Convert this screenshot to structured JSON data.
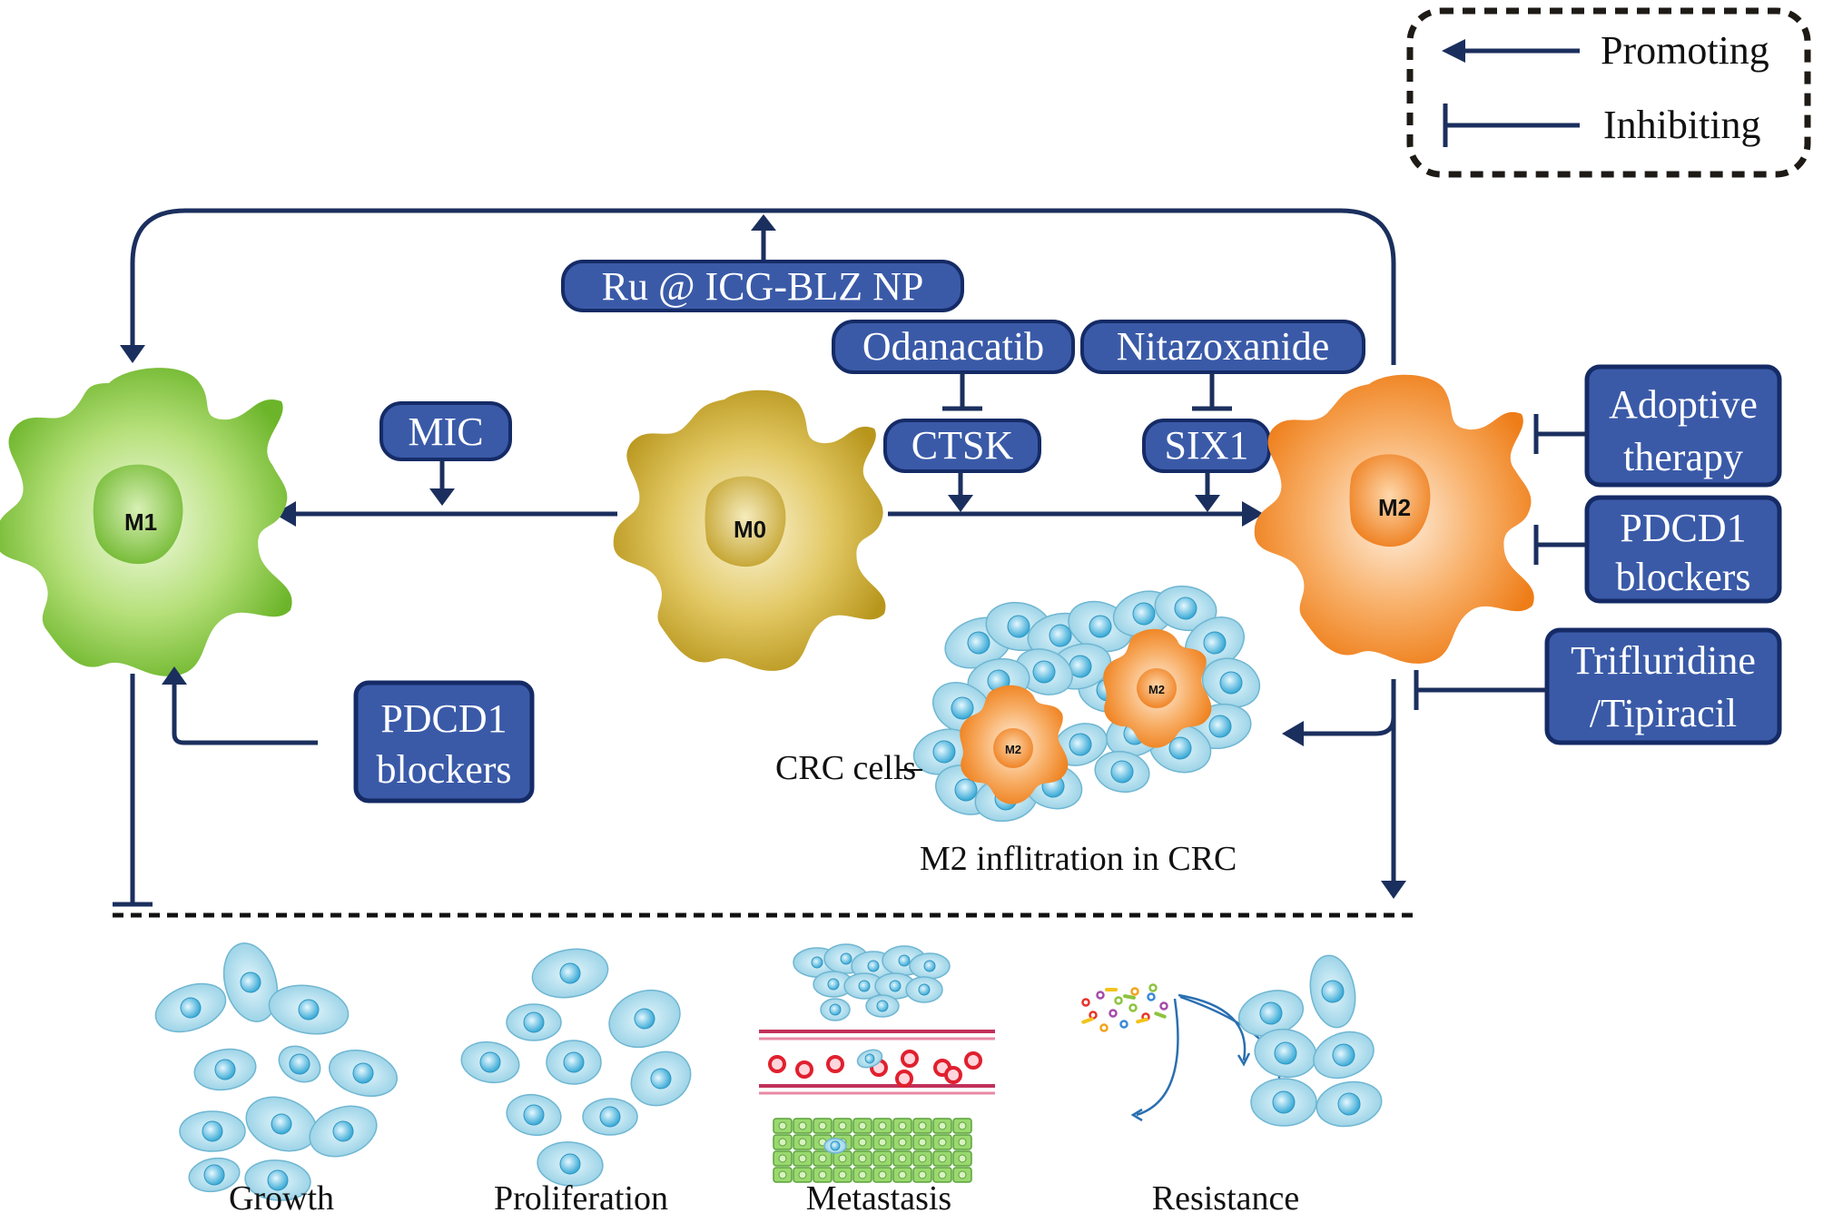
{
  "legend": {
    "promoting": "Promoting",
    "inhibiting": "Inhibiting"
  },
  "cells": {
    "m1": "M1",
    "m0": "M0",
    "m2": "M2",
    "m2_small_a": "M2",
    "m2_small_b": "M2"
  },
  "drugs": {
    "ru_icg": "Ru @ ICG-BLZ NP",
    "odanacatib": "Odanacatib",
    "nitazoxanide": "Nitazoxanide",
    "ctsk": "CTSK",
    "six1": "SIX1",
    "mic": "MIC",
    "adoptive_1": "Adoptive",
    "adoptive_2": "therapy",
    "pdcd1_right_1": "PDCD1",
    "pdcd1_right_2": "blockers",
    "triflu_1": "Trifluridine",
    "triflu_2": "/Tipiracil",
    "pdcd1_left_1": "PDCD1",
    "pdcd1_left_2": "blockers"
  },
  "crc": {
    "cells_label": "CRC cells",
    "caption": "M2 inflitration in CRC"
  },
  "outcomes": [
    "Growth",
    "Proliferation",
    "Metastasis",
    "Resistance"
  ],
  "colors": {
    "navy": "#1b2f5e",
    "box_fill": "#3a5aa8",
    "m1_green": "#7cc63a",
    "m0_gold": "#c9a92a",
    "m2_orange": "#f28c28",
    "cancer_cell": "#9ed6ea"
  }
}
